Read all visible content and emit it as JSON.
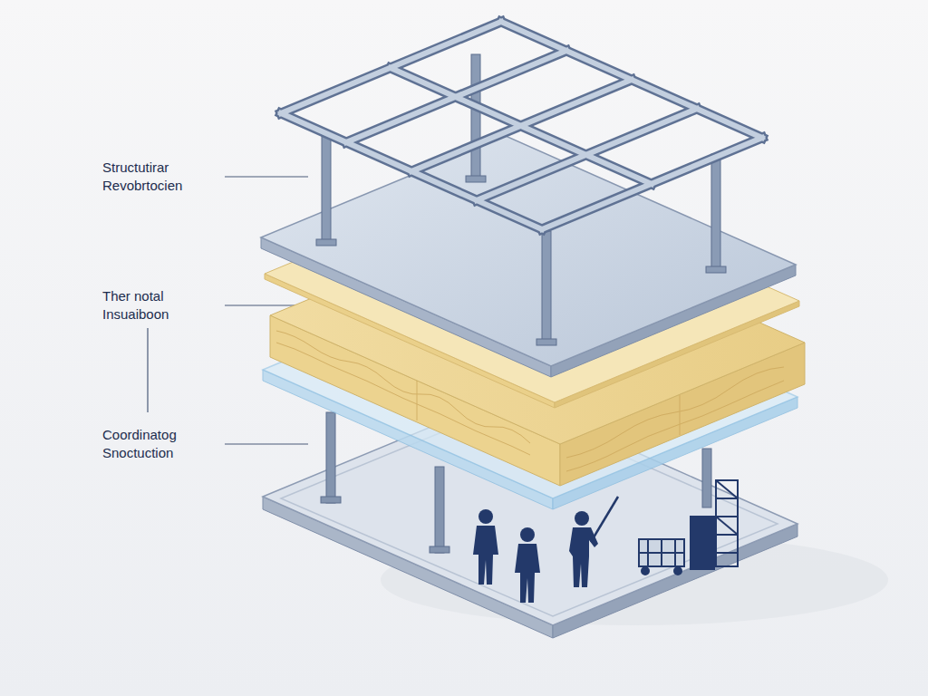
{
  "diagram": {
    "labels": [
      "Structutirar Revobrtocien",
      "Ther notal Insuaiboon",
      "Coordinatog Snoctuction"
    ]
  }
}
